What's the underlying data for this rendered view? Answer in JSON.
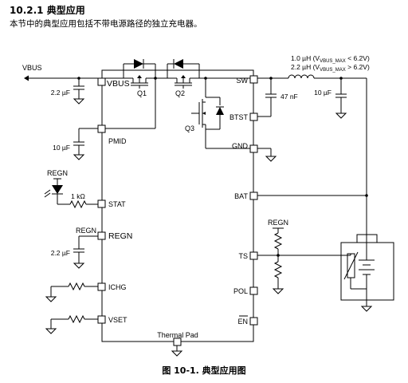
{
  "heading": "10.2.1 典型应用",
  "intro": "本节中的典型应用包括不带电源路径的独立充电器。",
  "caption": "图 10-1. 典型应用图",
  "left_pins": {
    "vbus": "VBUS",
    "pmid": "PMID",
    "stat": "STAT",
    "regn": "REGN",
    "ichg": "ICHG",
    "vset": "VSET"
  },
  "right_pins": {
    "sw": "SW",
    "btst": "BTST",
    "gnd": "GND",
    "bat": "BAT",
    "ts": "TS",
    "pol": "POL",
    "en": "EN"
  },
  "bottom_pin": "Thermal Pad",
  "transistors": {
    "q1": "Q1",
    "q2": "Q2",
    "q3": "Q3"
  },
  "external": {
    "vbus_in": "VBUS",
    "c_vbus": "2.2 µF",
    "c_pmid": "10 µF",
    "regn_led": "REGN",
    "r_stat": "1 kΩ",
    "regn_cap_net": "REGN",
    "c_regn": "2.2 µF",
    "c_btst": "47 nF",
    "c_out": "10 µF",
    "regn_ts": "REGN",
    "inductor": {
      "line1_prefix": "1.0 µH (V",
      "line1_sub": "VBUS_MAX",
      "line1_suffix": " < 6.2V)",
      "line2_prefix": "2.2 µH (V",
      "line2_sub": "VBUS_MAX",
      "line2_suffix": " > 6.2V)"
    }
  }
}
